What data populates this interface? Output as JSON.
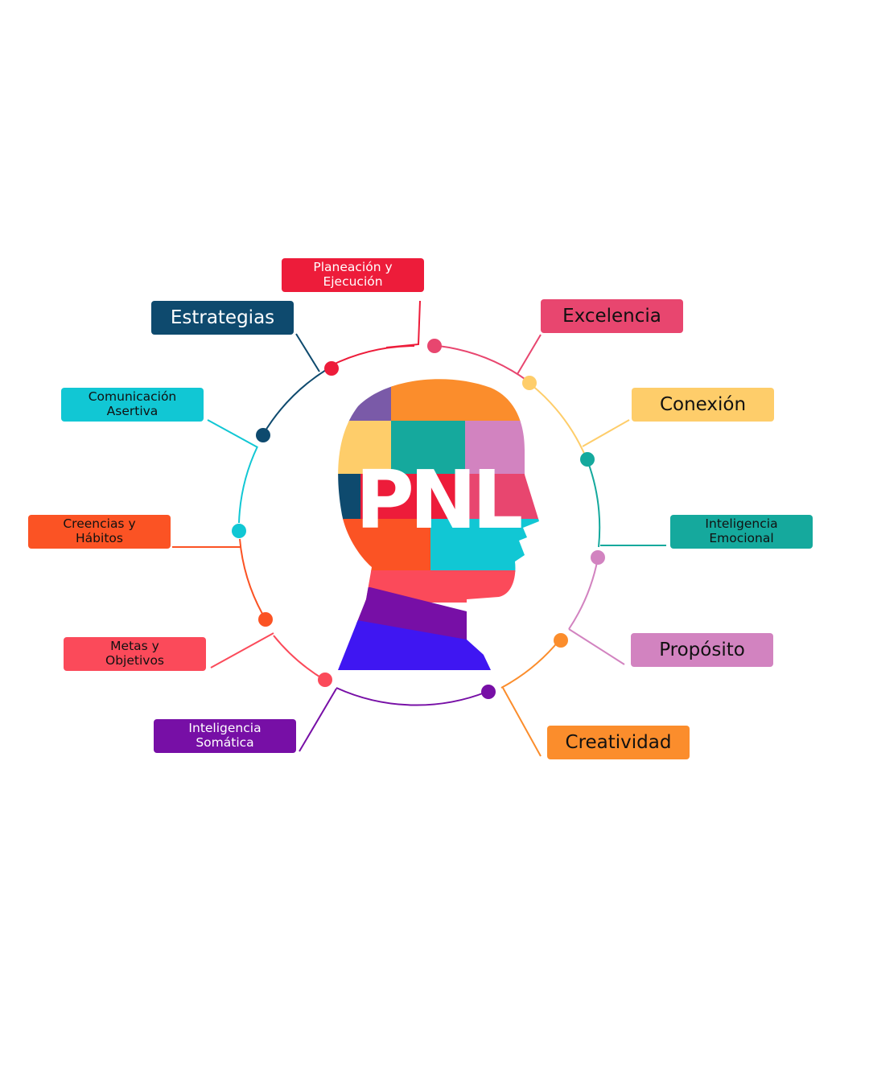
{
  "title": "PNL",
  "colors": {
    "red": "#ed1c3a",
    "pink": "#e8466f",
    "navy": "#0e4a6e",
    "cyan": "#11c7d4",
    "orange_red": "#fb5324",
    "coral": "#fb4a5a",
    "purple": "#770fa6",
    "orange": "#fb8d2c",
    "mauve": "#d283c0",
    "teal": "#15a99d",
    "yellow": "#fecd6a",
    "blue": "#3f16f2",
    "violet": "#7a5aa8"
  },
  "labels": {
    "planeacion": "Planeación y\nEjecución",
    "estrategias": "Estrategias",
    "excelencia": "Excelencia",
    "comunicacion": "Comunicación\nAsertiva",
    "conexion": "Conexión",
    "creencias": "Creencias y\nHábitos",
    "inteligencia_emocional": "Inteligencia\nEmocional",
    "metas": "Metas y\nObjetivos",
    "proposito": "Propósito",
    "inteligencia_somatica": "Inteligencia\nSomática",
    "creatividad": "Creatividad"
  }
}
